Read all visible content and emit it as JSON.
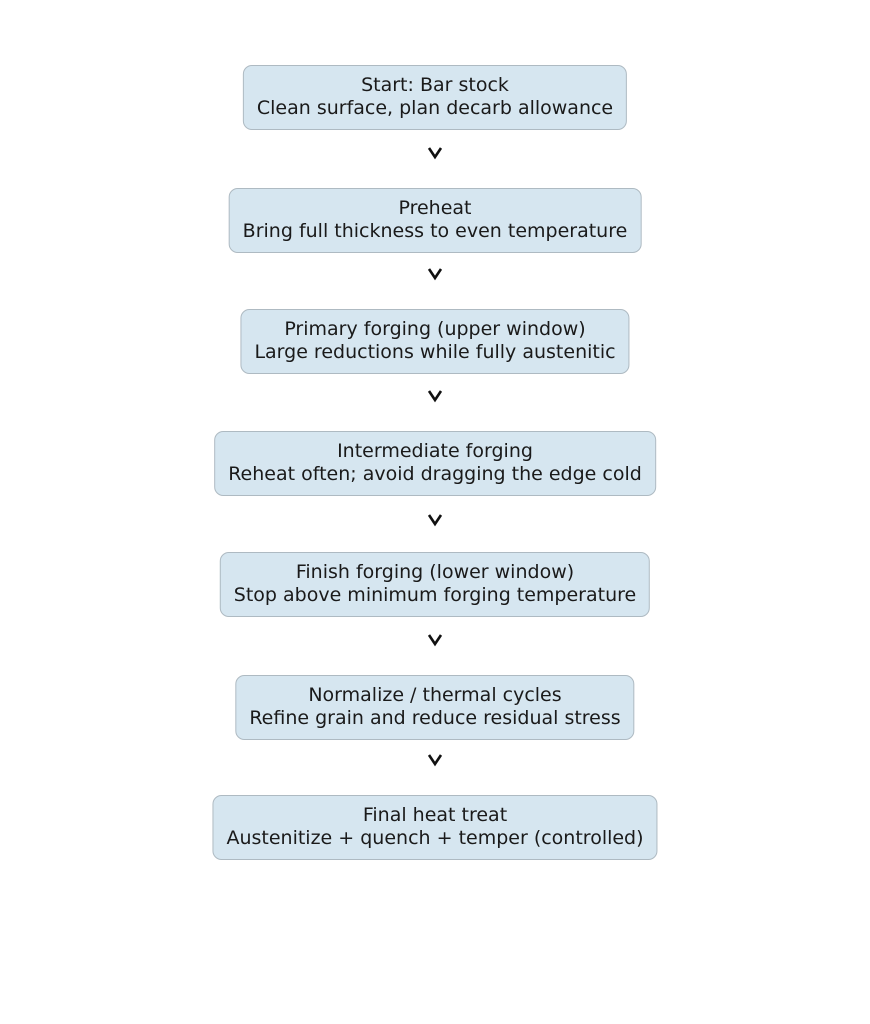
{
  "flowchart": {
    "background_color": "#ffffff",
    "node_fill_color": "#d6e6f0",
    "node_border_color": "#aebac2",
    "text_color": "#1a1a1a",
    "arrow_color": "#111111",
    "arrow_glyph": "chevron-down",
    "steps": [
      {
        "title": "Start: Bar stock",
        "subtitle": "Clean surface, plan decarb allowance"
      },
      {
        "title": "Preheat",
        "subtitle": "Bring full thickness to even temperature"
      },
      {
        "title": "Primary forging (upper window)",
        "subtitle": "Large reductions while fully austenitic"
      },
      {
        "title": "Intermediate forging",
        "subtitle": "Reheat often; avoid dragging the edge cold"
      },
      {
        "title": "Finish forging (lower window)",
        "subtitle": "Stop above minimum forging temperature"
      },
      {
        "title": "Normalize / thermal cycles",
        "subtitle": "Refine grain and reduce residual stress"
      },
      {
        "title": "Final heat treat",
        "subtitle": "Austenitize + quench + temper (controlled)"
      }
    ]
  }
}
